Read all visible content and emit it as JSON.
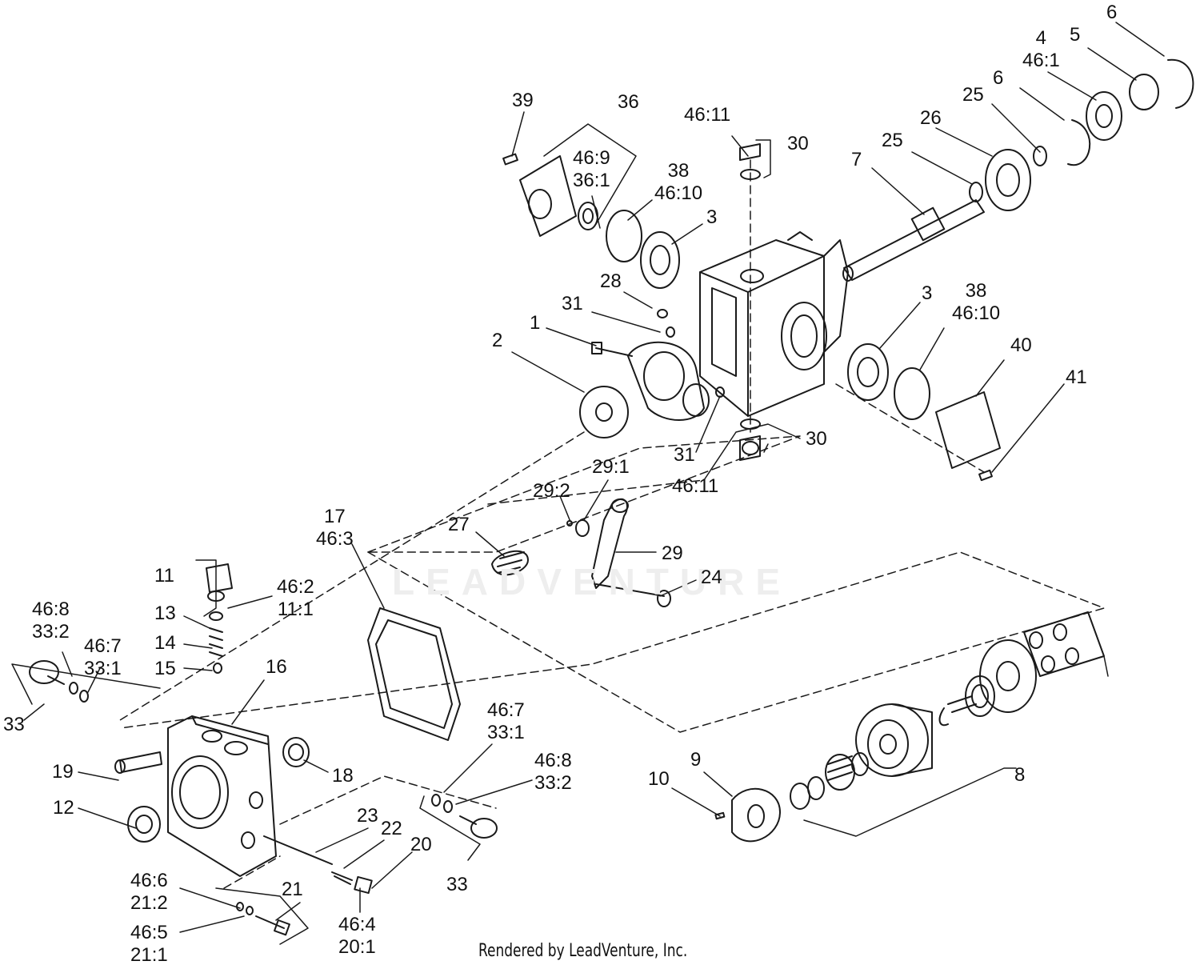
{
  "watermark": "LEADVENTURE",
  "footer": "Rendered by LeadVenture, Inc.",
  "callouts": [
    {
      "id": "c6a",
      "line1": "6",
      "line2": ""
    },
    {
      "id": "c4",
      "line1": "4",
      "line2": "46:1"
    },
    {
      "id": "c5",
      "line1": "5",
      "line2": ""
    },
    {
      "id": "c25a",
      "line1": "25",
      "line2": ""
    },
    {
      "id": "c6b",
      "line1": "6",
      "line2": ""
    },
    {
      "id": "c26",
      "line1": "26",
      "line2": ""
    },
    {
      "id": "c25b",
      "line1": "25",
      "line2": ""
    },
    {
      "id": "c7",
      "line1": "7",
      "line2": ""
    },
    {
      "id": "c39",
      "line1": "39",
      "line2": ""
    },
    {
      "id": "c36",
      "line1": "36",
      "line2": ""
    },
    {
      "id": "c46_11a",
      "line1": "46:11",
      "line2": ""
    },
    {
      "id": "c30a",
      "line1": "30",
      "line2": ""
    },
    {
      "id": "c46_9",
      "line1": "46:9",
      "line2": "36:1"
    },
    {
      "id": "c38a",
      "line1": "38",
      "line2": "46:10"
    },
    {
      "id": "c3a",
      "line1": "3",
      "line2": ""
    },
    {
      "id": "c28",
      "line1": "28",
      "line2": ""
    },
    {
      "id": "c31a",
      "line1": "31",
      "line2": ""
    },
    {
      "id": "c1",
      "line1": "1",
      "line2": ""
    },
    {
      "id": "c2",
      "line1": "2",
      "line2": ""
    },
    {
      "id": "c3b",
      "line1": "3",
      "line2": ""
    },
    {
      "id": "c38b",
      "line1": "38",
      "line2": "46:10"
    },
    {
      "id": "c40",
      "line1": "40",
      "line2": ""
    },
    {
      "id": "c41",
      "line1": "41",
      "line2": ""
    },
    {
      "id": "c30b",
      "line1": "30",
      "line2": ""
    },
    {
      "id": "c31b",
      "line1": "31",
      "line2": ""
    },
    {
      "id": "c46_11b",
      "line1": "46:11",
      "line2": ""
    },
    {
      "id": "c29_1",
      "line1": "29:1",
      "line2": ""
    },
    {
      "id": "c29_2",
      "line1": "29:2",
      "line2": ""
    },
    {
      "id": "c27",
      "line1": "27",
      "line2": ""
    },
    {
      "id": "c29",
      "line1": "29",
      "line2": ""
    },
    {
      "id": "c24",
      "line1": "24",
      "line2": ""
    },
    {
      "id": "c17",
      "line1": "17",
      "line2": "46:3"
    },
    {
      "id": "c11",
      "line1": "11",
      "line2": ""
    },
    {
      "id": "c46_2",
      "line1": "46:2",
      "line2": "11:1"
    },
    {
      "id": "c13",
      "line1": "13",
      "line2": ""
    },
    {
      "id": "c14",
      "line1": "14",
      "line2": ""
    },
    {
      "id": "c15",
      "line1": "15",
      "line2": ""
    },
    {
      "id": "c46_8a",
      "line1": "46:8",
      "line2": "33:2"
    },
    {
      "id": "c46_7a",
      "line1": "46:7",
      "line2": "33:1"
    },
    {
      "id": "c33a",
      "line1": "33",
      "line2": ""
    },
    {
      "id": "c16",
      "line1": "16",
      "line2": ""
    },
    {
      "id": "c19",
      "line1": "19",
      "line2": ""
    },
    {
      "id": "c18",
      "line1": "18",
      "line2": ""
    },
    {
      "id": "c12",
      "line1": "12",
      "line2": ""
    },
    {
      "id": "c46_7b",
      "line1": "46:7",
      "line2": "33:1"
    },
    {
      "id": "c46_8b",
      "line1": "46:8",
      "line2": "33:2"
    },
    {
      "id": "c33b",
      "line1": "33",
      "line2": ""
    },
    {
      "id": "c23",
      "line1": "23",
      "line2": ""
    },
    {
      "id": "c22",
      "line1": "22",
      "line2": ""
    },
    {
      "id": "c20",
      "line1": "20",
      "line2": ""
    },
    {
      "id": "c21",
      "line1": "21",
      "line2": ""
    },
    {
      "id": "c46_6",
      "line1": "46:6",
      "line2": "21:2"
    },
    {
      "id": "c46_5",
      "line1": "46:5",
      "line2": "21:1"
    },
    {
      "id": "c46_4",
      "line1": "46:4",
      "line2": "20:1"
    },
    {
      "id": "c9",
      "line1": "9",
      "line2": ""
    },
    {
      "id": "c10",
      "line1": "10",
      "line2": ""
    },
    {
      "id": "c8",
      "line1": "8",
      "line2": ""
    }
  ]
}
